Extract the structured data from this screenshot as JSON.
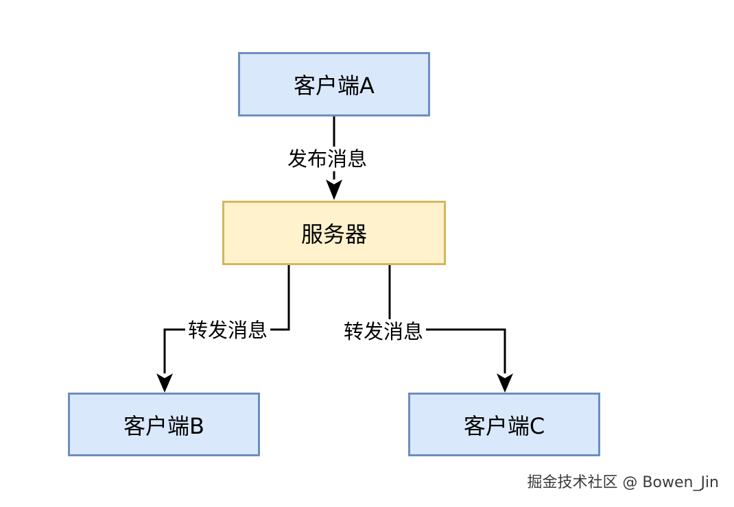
{
  "nodes": {
    "client_a": {
      "label": "客户端A",
      "fill": "#dae8fc",
      "stroke": "#6c8ebf"
    },
    "server": {
      "label": "服务器",
      "fill": "#fff2cc",
      "stroke": "#d6b656"
    },
    "client_b": {
      "label": "客户端B",
      "fill": "#dae8fc",
      "stroke": "#6c8ebf"
    },
    "client_c": {
      "label": "客户端C",
      "fill": "#dae8fc",
      "stroke": "#6c8ebf"
    }
  },
  "edges": {
    "a_to_server": {
      "label": "发布消息"
    },
    "server_to_b": {
      "label": "转发消息"
    },
    "server_to_c": {
      "label": "转发消息"
    }
  },
  "watermark": "掘金技术社区 @ Bowen_Jin"
}
